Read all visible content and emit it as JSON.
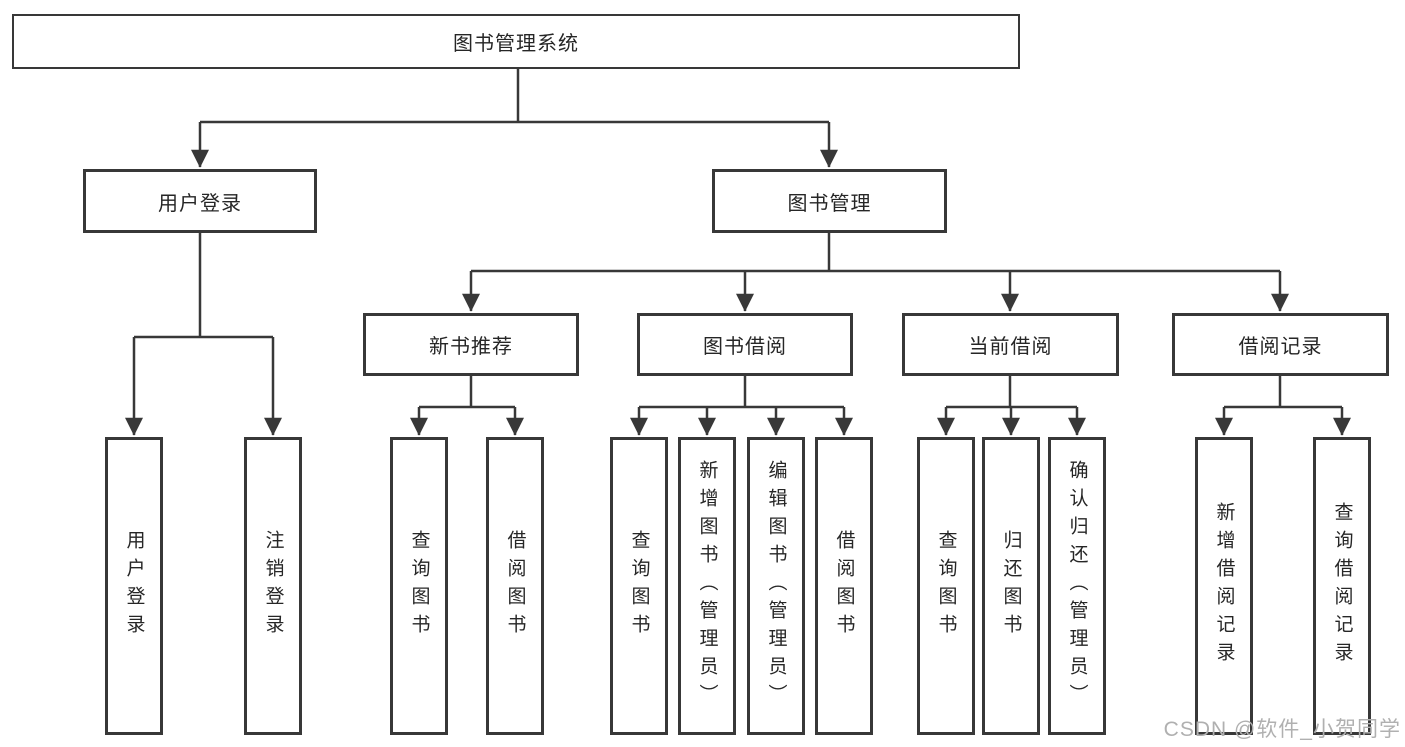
{
  "page": {
    "background": "#ffffff",
    "watermark": {
      "text": "CSDN @软件_小贺同学",
      "color": "#b0b0b0"
    }
  },
  "diagram": {
    "type": "hierarchy",
    "line_color": "#383838",
    "box_border_color": "#383838",
    "text_color": "#262626",
    "nodes": {
      "root": {
        "label": "图书管理系统"
      },
      "user_login": {
        "label": "用户登录"
      },
      "book_management": {
        "label": "图书管理"
      },
      "new_book_recommend": {
        "label": "新书推荐"
      },
      "book_borrowing": {
        "label": "图书借阅"
      },
      "current_borrowing": {
        "label": "当前借阅"
      },
      "borrowing_records": {
        "label": "借阅记录"
      },
      "leaf_user_login": {
        "label": "用户登录"
      },
      "leaf_logout": {
        "label": "注销登录"
      },
      "leaf_rec_query_books": {
        "label": "查询图书"
      },
      "leaf_rec_borrow_books": {
        "label": "借阅图书"
      },
      "leaf_bb_query_books": {
        "label": "查询图书"
      },
      "leaf_bb_add_books": {
        "label": "新增图书（管理员）"
      },
      "leaf_bb_edit_books": {
        "label": "编辑图书（管理员）"
      },
      "leaf_bb_borrow_books": {
        "label": "借阅图书"
      },
      "leaf_cb_query_books": {
        "label": "查询图书"
      },
      "leaf_cb_return_books": {
        "label": "归还图书"
      },
      "leaf_cb_confirm_return": {
        "label": "确认归还（管理员）"
      },
      "leaf_br_add_record": {
        "label": "新增借阅记录"
      },
      "leaf_br_query_record": {
        "label": "查询借阅记录"
      }
    },
    "edges": [
      [
        "root",
        "user_login"
      ],
      [
        "root",
        "book_management"
      ],
      [
        "user_login",
        "leaf_user_login"
      ],
      [
        "user_login",
        "leaf_logout"
      ],
      [
        "book_management",
        "new_book_recommend"
      ],
      [
        "book_management",
        "book_borrowing"
      ],
      [
        "book_management",
        "current_borrowing"
      ],
      [
        "book_management",
        "borrowing_records"
      ],
      [
        "new_book_recommend",
        "leaf_rec_query_books"
      ],
      [
        "new_book_recommend",
        "leaf_rec_borrow_books"
      ],
      [
        "book_borrowing",
        "leaf_bb_query_books"
      ],
      [
        "book_borrowing",
        "leaf_bb_add_books"
      ],
      [
        "book_borrowing",
        "leaf_bb_edit_books"
      ],
      [
        "book_borrowing",
        "leaf_bb_borrow_books"
      ],
      [
        "current_borrowing",
        "leaf_cb_query_books"
      ],
      [
        "current_borrowing",
        "leaf_cb_return_books"
      ],
      [
        "current_borrowing",
        "leaf_cb_confirm_return"
      ],
      [
        "borrowing_records",
        "leaf_br_add_record"
      ],
      [
        "borrowing_records",
        "leaf_br_query_record"
      ]
    ]
  }
}
